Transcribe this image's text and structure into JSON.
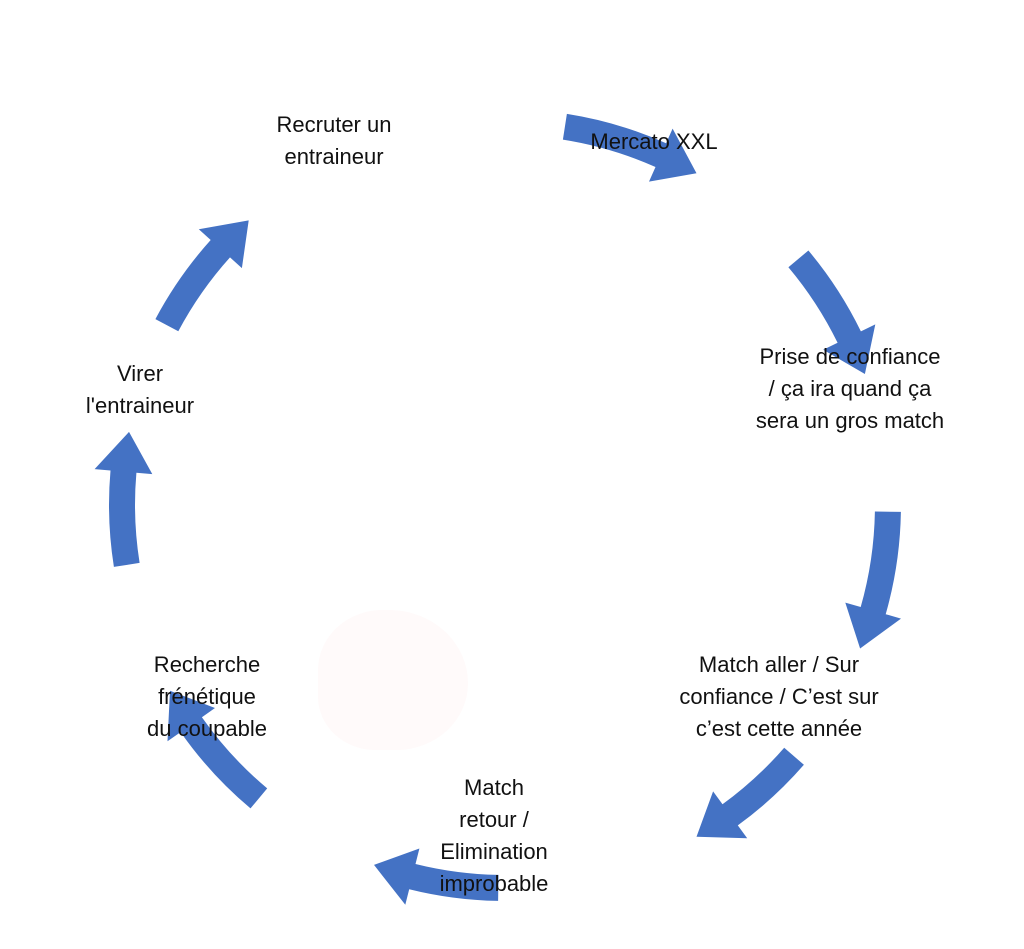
{
  "colors": {
    "arrow": "#4472c4",
    "text": "#111111",
    "background": "#ffffff"
  },
  "steps": [
    {
      "id": "recruter",
      "lines": [
        "Recruter un",
        "entraineur"
      ]
    },
    {
      "id": "mercato",
      "lines": [
        "Mercato XXL"
      ]
    },
    {
      "id": "prise",
      "lines": [
        "Prise de confiance",
        "/ ça ira quand ça",
        "sera un gros match"
      ]
    },
    {
      "id": "aller",
      "lines": [
        "Match aller / Sur",
        "confiance / C’est sur",
        "c’est cette année"
      ]
    },
    {
      "id": "retour",
      "lines": [
        "Match",
        "retour /",
        "Elimination",
        "improbable"
      ]
    },
    {
      "id": "recherche",
      "lines": [
        "Recherche",
        "frénétique",
        "du coupable"
      ]
    },
    {
      "id": "virer",
      "lines": [
        "Virer",
        "l'entraineur"
      ]
    }
  ]
}
